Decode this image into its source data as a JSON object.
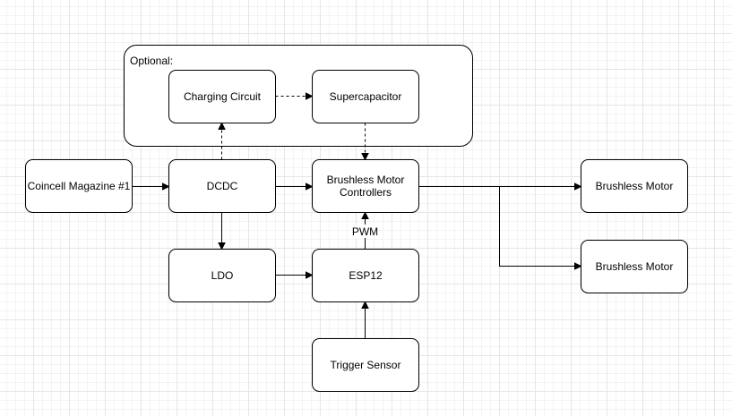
{
  "diagram": {
    "group": {
      "id": "optional",
      "label": "Optional:"
    },
    "nodes": [
      {
        "id": "charging_circuit",
        "label": "Charging Circuit"
      },
      {
        "id": "supercapacitor",
        "label": "Supercapacitor"
      },
      {
        "id": "coincell_magazine",
        "label": "Coincell Magazine #1"
      },
      {
        "id": "dcdc",
        "label": "DCDC"
      },
      {
        "id": "motor_controllers",
        "label": [
          "Brushless Motor",
          "Controllers"
        ]
      },
      {
        "id": "brushless_motor_1",
        "label": "Brushless Motor"
      },
      {
        "id": "brushless_motor_2",
        "label": "Brushless Motor"
      },
      {
        "id": "ldo",
        "label": "LDO"
      },
      {
        "id": "esp12",
        "label": "ESP12"
      },
      {
        "id": "trigger_sensor",
        "label": "Trigger Sensor"
      }
    ],
    "edges": [
      {
        "id": "e-coincell-dcdc",
        "from": "coincell_magazine",
        "to": "dcdc",
        "style": "solid"
      },
      {
        "id": "e-dcdc-controllers",
        "from": "dcdc",
        "to": "motor_controllers",
        "style": "solid"
      },
      {
        "id": "e-dcdc-charging",
        "from": "dcdc",
        "to": "charging_circuit",
        "style": "dashed"
      },
      {
        "id": "e-charging-supercap",
        "from": "charging_circuit",
        "to": "supercapacitor",
        "style": "dashed"
      },
      {
        "id": "e-supercap-controllers",
        "from": "supercapacitor",
        "to": "motor_controllers",
        "style": "dashed"
      },
      {
        "id": "e-controllers-motor1",
        "from": "motor_controllers",
        "to": "brushless_motor_1",
        "style": "solid"
      },
      {
        "id": "e-controllers-motor2",
        "from": "motor_controllers",
        "to": "brushless_motor_2",
        "style": "solid"
      },
      {
        "id": "e-dcdc-ldo",
        "from": "dcdc",
        "to": "ldo",
        "style": "solid"
      },
      {
        "id": "e-ldo-esp12",
        "from": "ldo",
        "to": "esp12",
        "style": "solid"
      },
      {
        "id": "e-esp12-controllers",
        "from": "esp12",
        "to": "motor_controllers",
        "style": "solid",
        "label": "PWM"
      },
      {
        "id": "e-trigger-esp12",
        "from": "trigger_sensor",
        "to": "esp12",
        "style": "solid"
      }
    ]
  }
}
